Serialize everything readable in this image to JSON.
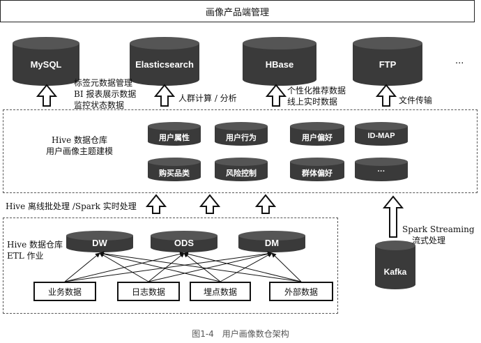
{
  "top_bar": {
    "label": "画像产品端管理"
  },
  "storage": [
    {
      "id": "mysql",
      "label": "MySQL"
    },
    {
      "id": "es",
      "label": "Elasticsearch"
    },
    {
      "id": "hbase",
      "label": "HBase"
    },
    {
      "id": "ftp",
      "label": "FTP"
    }
  ],
  "storage_more": "···",
  "flow_notes": {
    "mysql": [
      "标签元数据管理",
      "BI 报表展示数据",
      "监控状态数据"
    ],
    "es": [
      "人群计算 / 分析"
    ],
    "hbase": [
      "个性化推荐数据",
      "线上实时数据"
    ],
    "ftp": [
      "文件传输"
    ]
  },
  "theme_layer": {
    "title_line1": "Hive 数据仓库",
    "title_line2": "用户画像主题建模",
    "modules": [
      "用户属性",
      "用户行为",
      "用户偏好",
      "ID-MAP",
      "购买品类",
      "风险控制",
      "群体偏好",
      "···"
    ]
  },
  "batch_note": "Hive 离线批处理 /Spark 实时处理",
  "etl_layer": {
    "title_line1": "Hive 数据仓库",
    "title_line2": "ETL 作业",
    "tables": [
      "DW",
      "ODS",
      "DM"
    ],
    "sources": [
      "业务数据",
      "日志数据",
      "埋点数据",
      "外部数据"
    ]
  },
  "streaming": {
    "note_line1": "Spark Streaming",
    "note_line2": "流式处理",
    "source": "Kafka"
  },
  "caption": "图1-4　用户画像数仓架构",
  "colors": {
    "cylinder": "#3a3a3a",
    "cylinder_top": "#5a5a5a"
  }
}
